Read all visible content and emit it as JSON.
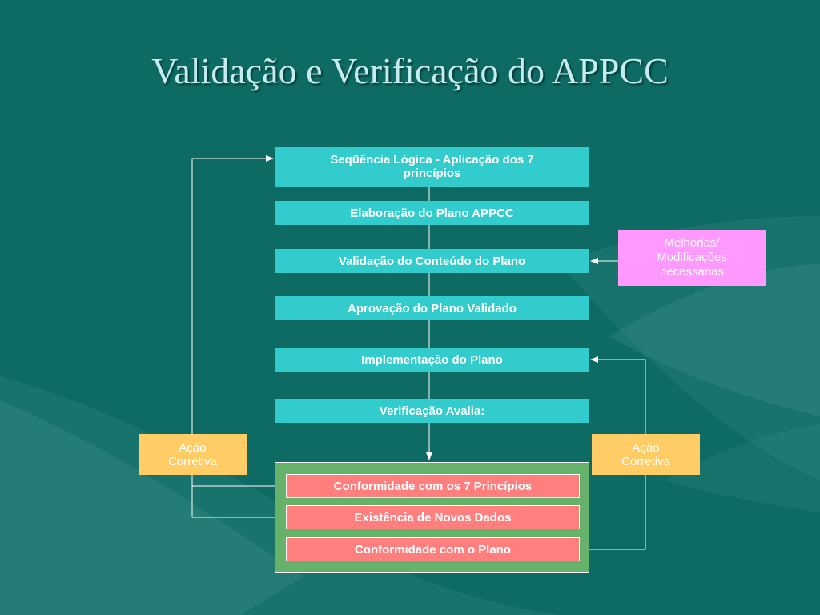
{
  "title": "Validação e Verificação do APPCC",
  "steps": [
    "Seqüência Lógica - Aplicação dos 7 princípios",
    "Elaboração do Plano APPCC",
    "Validação do Conteúdo do Plano",
    "Aprovação do Plano Validado",
    "Implementação do Plano",
    "Verificação Avalia:"
  ],
  "verification_results": [
    "Conformidade com os 7 Princípios",
    "Existência de Novos Dados",
    "Conformidade com o Plano"
  ],
  "improvements": "Melhorias/ Modificações necessárias",
  "corrective_left": "Ação Corretiva",
  "corrective_right": "Ação Corretiva",
  "colors": {
    "background": "#0d6b63",
    "step": "#33cccc",
    "result": "#ff7f7f",
    "corrective": "#ffcc66",
    "improvement": "#ff99ff",
    "result_group": "#66b26b"
  }
}
